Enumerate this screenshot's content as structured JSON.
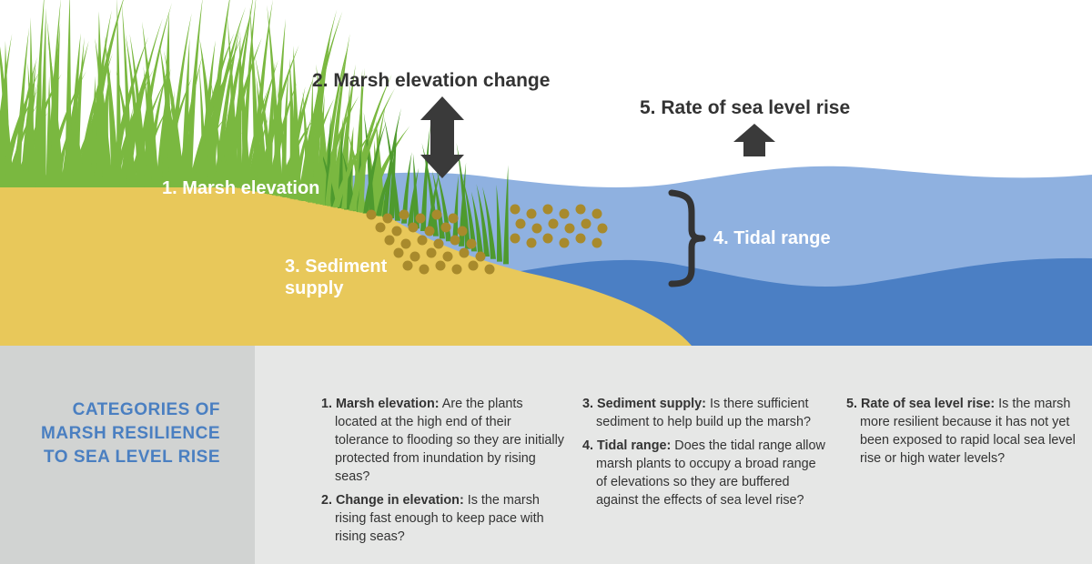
{
  "diagram": {
    "labels": {
      "marsh_elevation": "1. Marsh elevation",
      "elevation_change": "2. Marsh elevation change",
      "sediment_supply": "3. Sediment supply",
      "tidal_range": "4. Tidal range",
      "sea_level_rise": "5. Rate of sea level rise"
    },
    "colors": {
      "sediment_ground": "#e8c85a",
      "water_light": "#8fb1e0",
      "water_dark": "#4b7fc4",
      "grass": "#7ab840",
      "grass_dark": "#4e9a2e",
      "sediment_dots": "#a88a2c",
      "arrow": "#3a3a3a"
    }
  },
  "categories": {
    "title": "CATEGORIES OF MARSH RESILIENCE TO SEA LEVEL RISE",
    "items": [
      {
        "term": "1. Marsh elevation:",
        "text": " Are the plants located at the high end of their tolerance to flooding so they are initially protected from inundation by rising seas?"
      },
      {
        "term": "2. Change in elevation:",
        "text": " Is the marsh rising fast enough to keep pace with rising seas?"
      },
      {
        "term": "3. Sediment supply:",
        "text": " Is there sufficient sediment to help build up the marsh?"
      },
      {
        "term": "4. Tidal range:",
        "text": " Does the tidal range allow marsh plants to occupy a broad range of elevations so they are buffered against the effects of sea level rise?"
      },
      {
        "term": "5. Rate of sea level rise:",
        "text": " Is the marsh more resilient because it has not yet been exposed to rapid local sea level rise or high water levels?"
      }
    ]
  }
}
